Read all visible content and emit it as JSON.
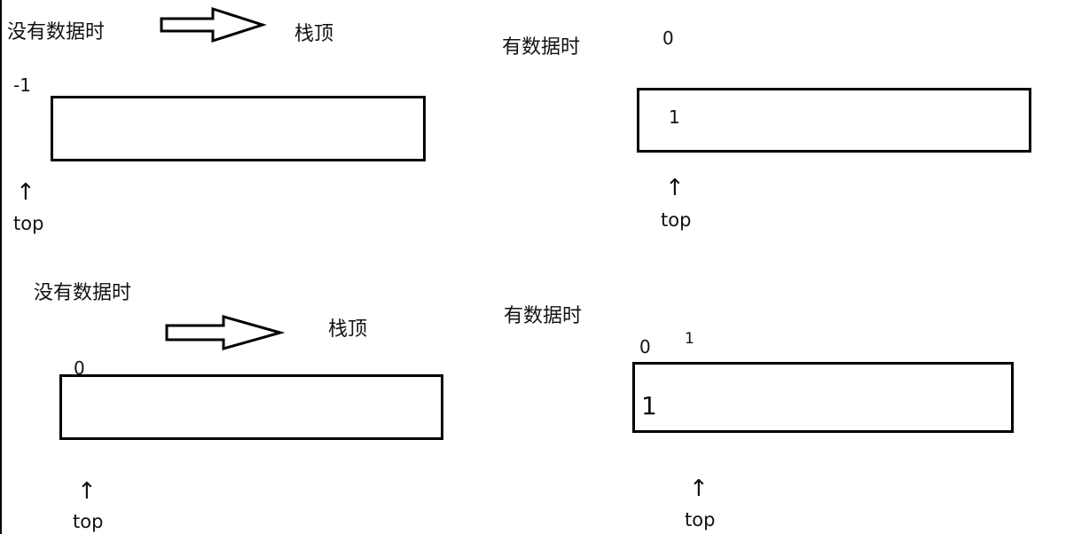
{
  "panels": [
    {
      "heading": "没有数据时",
      "stack_top_label": "栈顶",
      "index_label": "-1",
      "pointer_label": "top"
    },
    {
      "heading": "有数据时",
      "index_label": "0",
      "cell_value": "1",
      "pointer_label": "top"
    },
    {
      "heading": "没有数据时",
      "stack_top_label": "栈顶",
      "index_label": "0",
      "pointer_label": "top"
    },
    {
      "heading": "有数据时",
      "index_labels": [
        "0",
        "1"
      ],
      "cell_value": "1",
      "pointer_label": "top"
    }
  ],
  "icons": {
    "pointer": "up-arrow-icon",
    "direction": "right-block-arrow-icon"
  }
}
